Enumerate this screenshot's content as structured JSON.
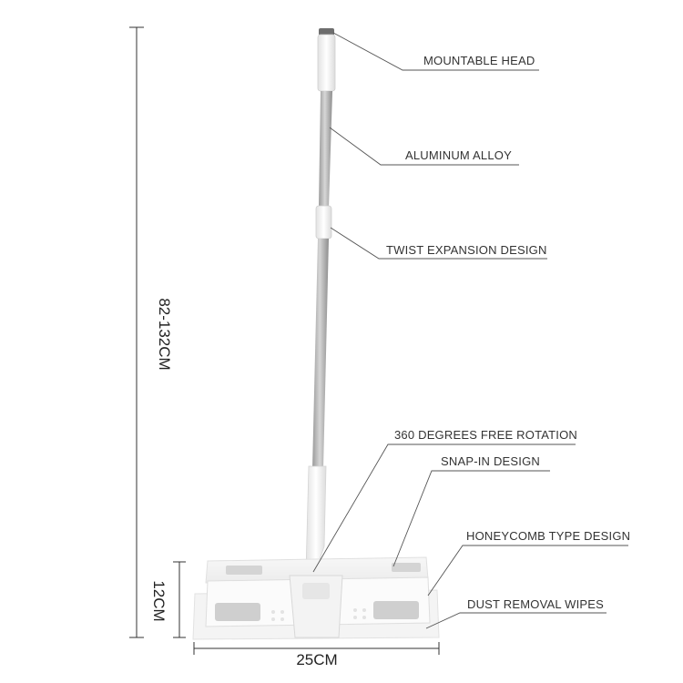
{
  "dimensions": {
    "height_range": "82-132CM",
    "head_height": "12CM",
    "head_width": "25CM"
  },
  "callouts": {
    "mountable_head": "MOUNTABLE HEAD",
    "aluminum_alloy": "ALUMINUM ALLOY",
    "twist_expansion": "TWIST EXPANSION DESIGN",
    "rotation": "360 DEGREES FREE ROTATION",
    "snap_in": "SNAP-IN DESIGN",
    "honeycomb": "HONEYCOMB TYPE DESIGN",
    "dust_wipes": "DUST REMOVAL WIPES"
  },
  "colors": {
    "background": "#ffffff",
    "pole": "#b9b9b9",
    "grip": "#f2f2f2",
    "leader_line": "#555555",
    "text": "#333333"
  }
}
